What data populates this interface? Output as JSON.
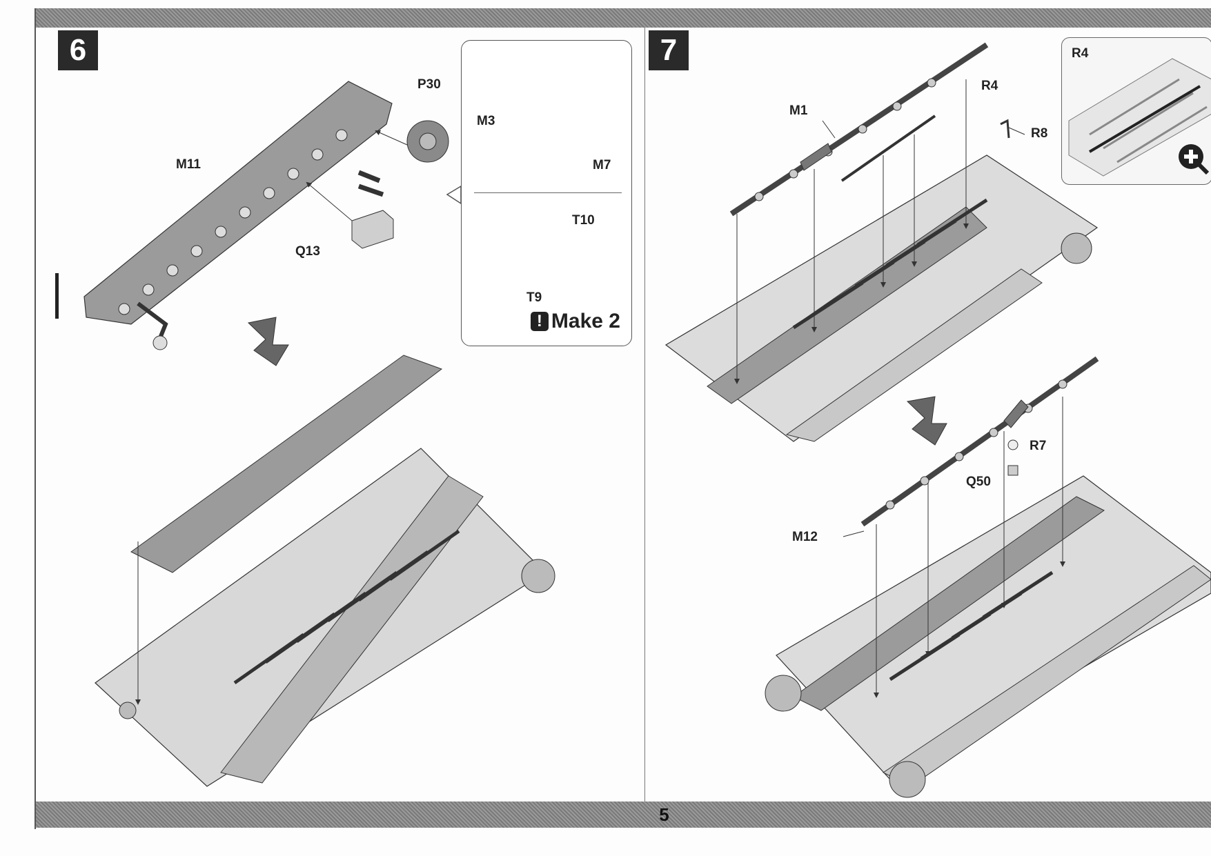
{
  "page": {
    "number": "5"
  },
  "steps": [
    {
      "number": "6"
    },
    {
      "number": "7"
    }
  ],
  "step6": {
    "labels": {
      "m11": "M11",
      "p30": "P30",
      "q13": "Q13"
    },
    "callout": {
      "labels": {
        "m3": "M3",
        "m7": "M7",
        "t10": "T10",
        "t9": "T9"
      },
      "make_count": "Make 2",
      "warning_glyph": "!"
    }
  },
  "step7": {
    "labels": {
      "m1": "M1",
      "r4": "R4",
      "r8": "R8",
      "r7": "R7",
      "q50": "Q50",
      "m12": "M12"
    },
    "inset": {
      "label": "R4",
      "icon": "zoom-plus-icon"
    }
  },
  "colors": {
    "band": "#8a8a8a",
    "step_box": "#2a2a2a",
    "part_fill": "#9b9b9b",
    "hull_fill": "#d8d8d8"
  }
}
